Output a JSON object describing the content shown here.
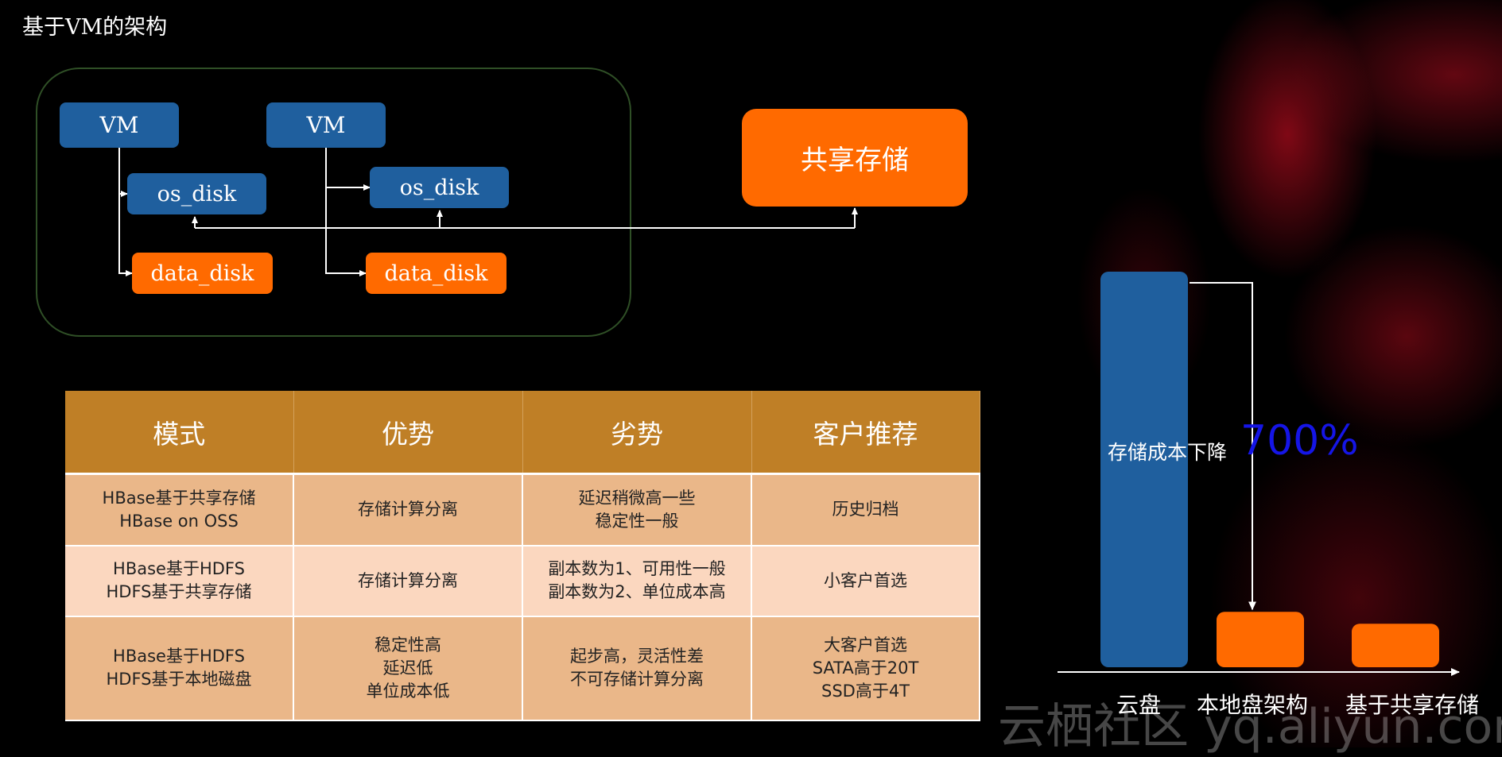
{
  "page": {
    "title": "基于VM的架构"
  },
  "diagram": {
    "vm_left": "VM",
    "vm_right": "VM",
    "os_disk_left": "os_disk",
    "os_disk_right": "os_disk",
    "data_disk_left": "data_disk",
    "data_disk_right": "data_disk",
    "shared_storage": "共享存储"
  },
  "table": {
    "headers": [
      "模式",
      "优势",
      "劣势",
      "客户推荐"
    ],
    "rows": [
      [
        [
          "HBase基于共享存储",
          "HBase on OSS"
        ],
        [
          "存储计算分离"
        ],
        [
          "延迟稍微高一些",
          "稳定性一般"
        ],
        [
          "历史归档"
        ]
      ],
      [
        [
          "HBase基于HDFS",
          "HDFS基于共享存储"
        ],
        [
          "存储计算分离"
        ],
        [
          "副本数为1、可用性一般",
          "副本数为2、单位成本高"
        ],
        [
          "小客户首选"
        ]
      ],
      [
        [
          "HBase基于HDFS",
          "HDFS基于本地磁盘"
        ],
        [
          "稳定性高",
          "延迟低",
          "单位成本低"
        ],
        [
          "起步高，灵活性差",
          "不可存储计算分离"
        ],
        [
          "大客户首选",
          "SATA高于20T",
          "SSD高于4T"
        ]
      ]
    ]
  },
  "chart_data": {
    "type": "bar",
    "categories": [
      "云盘",
      "本地盘架构",
      "基于共享存储"
    ],
    "values": [
      100,
      14,
      11
    ],
    "colors": [
      "#1f5f9e",
      "#ff6a00",
      "#ff6a00"
    ],
    "annotation_label": "存储成本下降",
    "annotation_value": "700%"
  },
  "watermark": "云栖社区 yq.aliyun.com",
  "colors": {
    "blue": "#1f5f9e",
    "orange": "#ff6a00",
    "header": "#bf7f26"
  }
}
